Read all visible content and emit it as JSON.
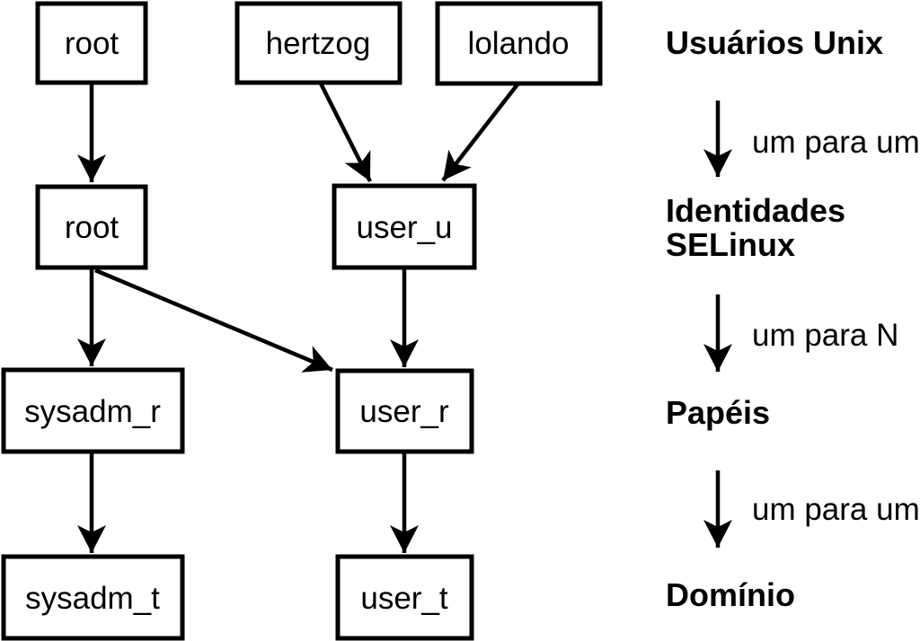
{
  "colors": {
    "background": "#ffffff",
    "stroke": "#000000",
    "text": "#000000"
  },
  "boxes": [
    {
      "id": "unix-root",
      "label": "root"
    },
    {
      "id": "unix-hertzog",
      "label": "hertzog"
    },
    {
      "id": "unix-lolando",
      "label": "lolando"
    },
    {
      "id": "selinux-root",
      "label": "root"
    },
    {
      "id": "selinux-user-u",
      "label": "user_u"
    },
    {
      "id": "role-sysadm-r",
      "label": "sysadm_r"
    },
    {
      "id": "role-user-r",
      "label": "user_r"
    },
    {
      "id": "domain-sysadm-t",
      "label": "sysadm_t"
    },
    {
      "id": "domain-user-t",
      "label": "user_t"
    }
  ],
  "edges": [
    {
      "from": "unix-root",
      "to": "selinux-root"
    },
    {
      "from": "unix-hertzog",
      "to": "selinux-user-u"
    },
    {
      "from": "unix-lolando",
      "to": "selinux-user-u"
    },
    {
      "from": "selinux-root",
      "to": "role-sysadm-r"
    },
    {
      "from": "selinux-root",
      "to": "role-user-r"
    },
    {
      "from": "selinux-user-u",
      "to": "role-user-r"
    },
    {
      "from": "role-sysadm-r",
      "to": "domain-sysadm-t"
    },
    {
      "from": "role-user-r",
      "to": "domain-user-t"
    }
  ],
  "legend": {
    "level1": "Usuários Unix",
    "relation1": "um para um",
    "level2_line1": "Identidades",
    "level2_line2": "SELinux",
    "relation2": "um para N",
    "level3": "Papéis",
    "relation3": "um para um",
    "level4": "Domínio"
  }
}
